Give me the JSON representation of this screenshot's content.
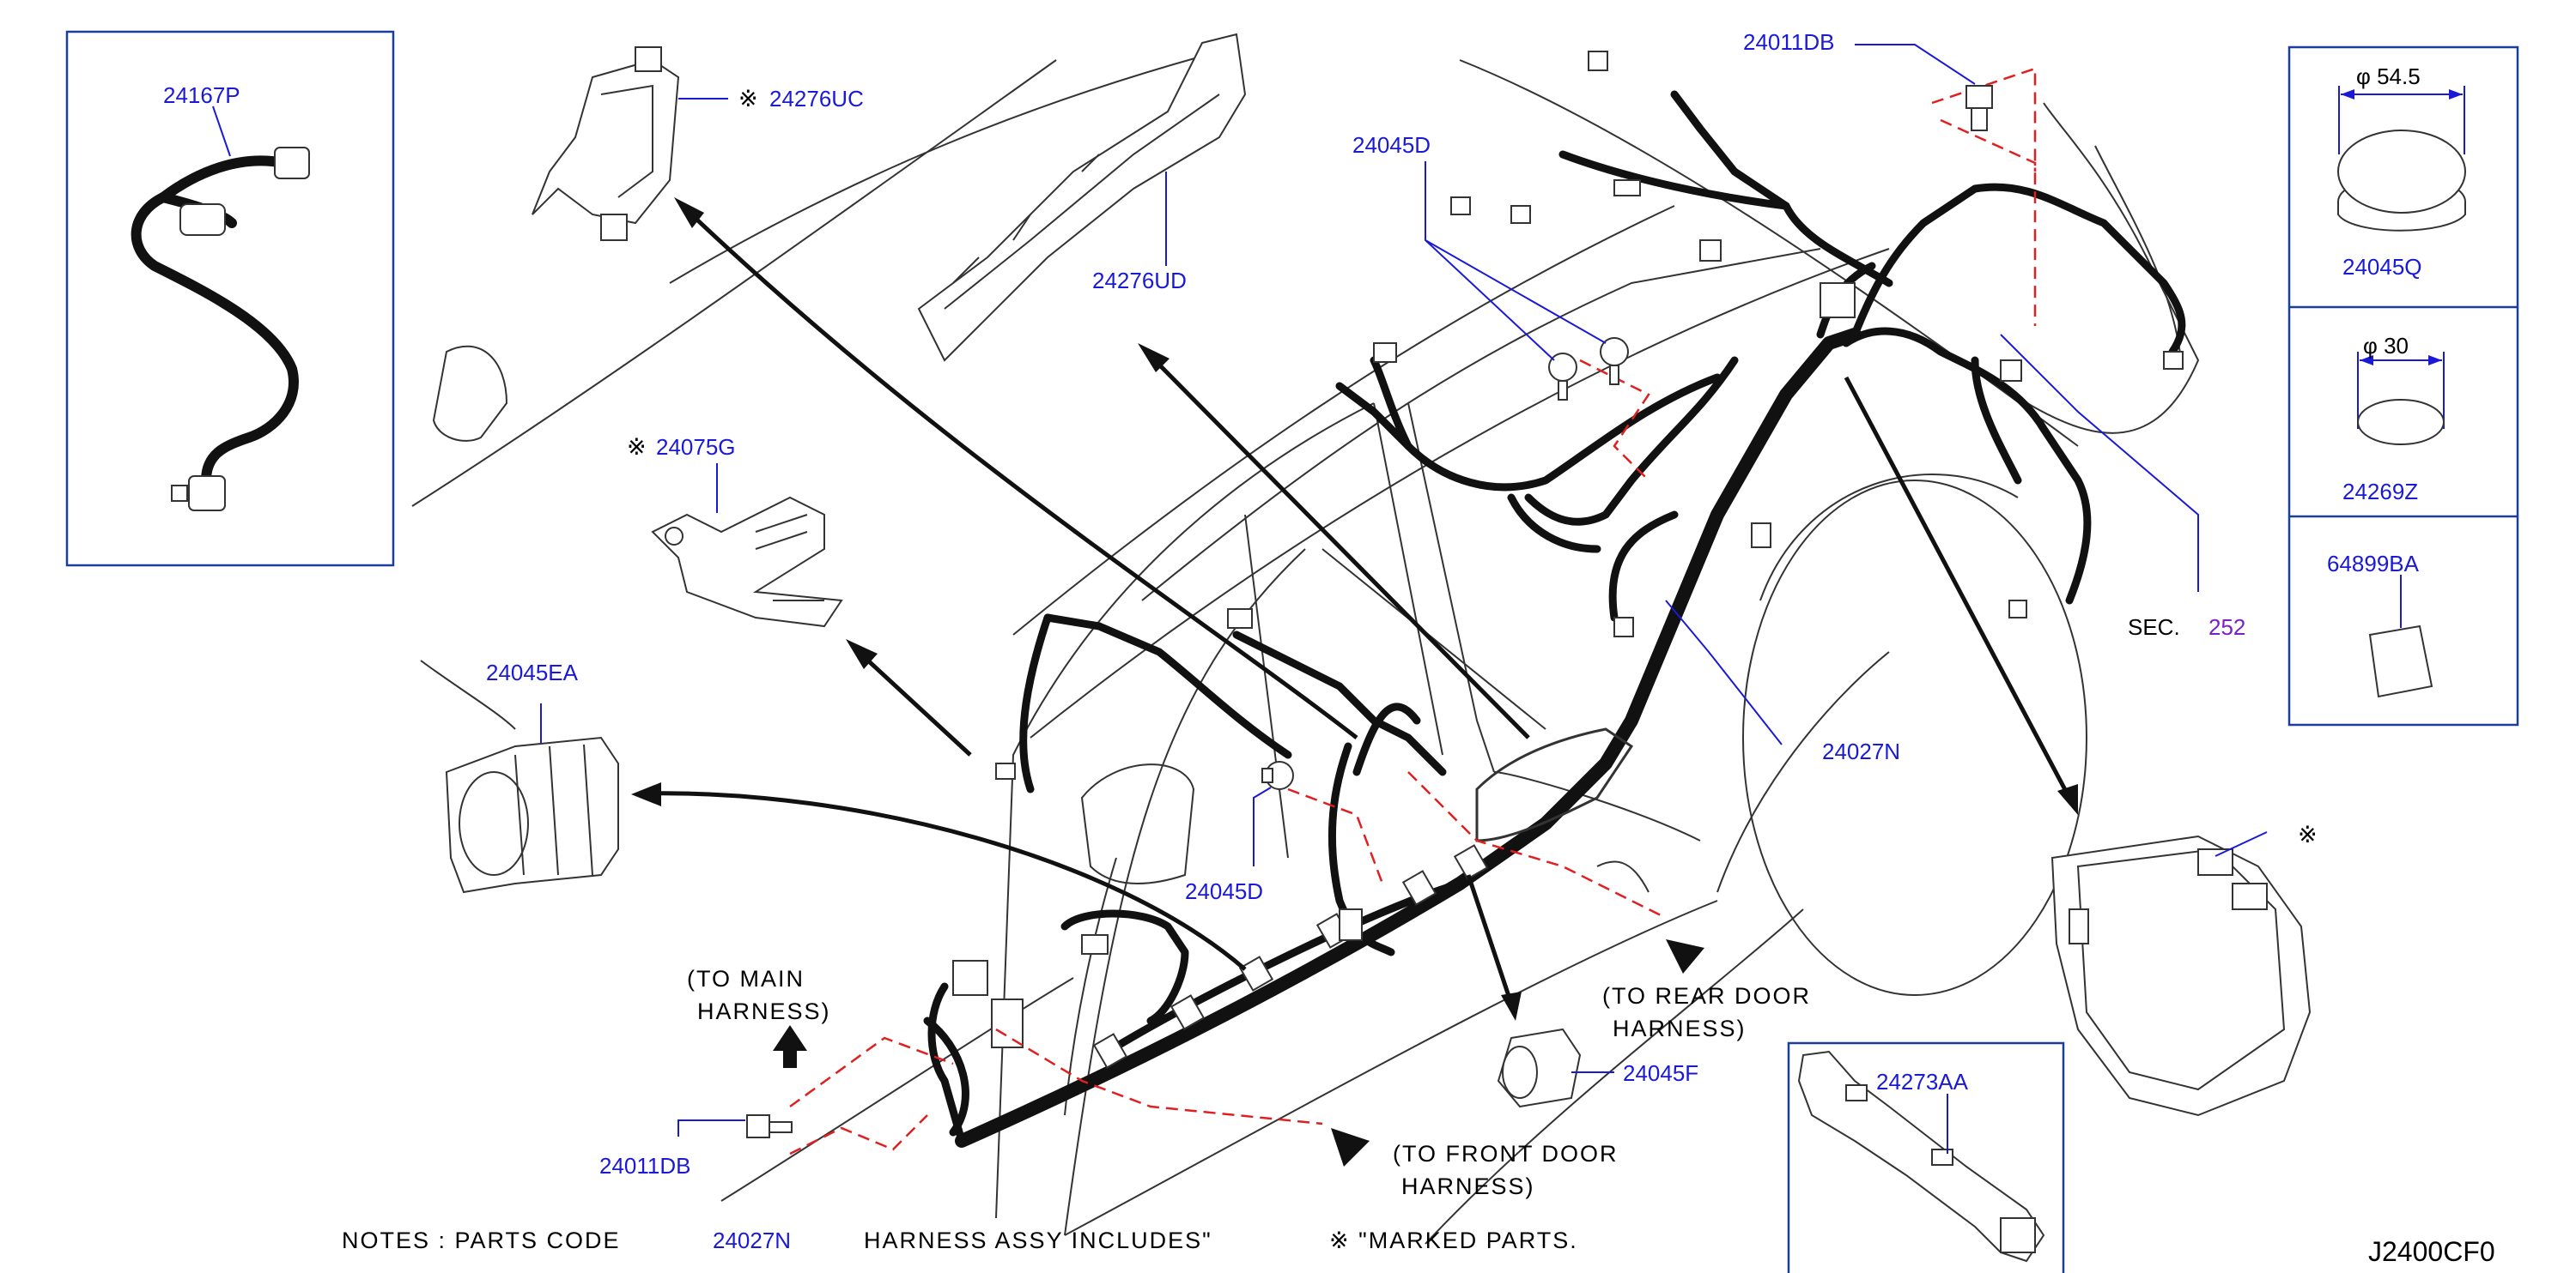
{
  "labels": {
    "p24167P": "24167P",
    "p24276UC": "24276UC",
    "p24276UD": "24276UD",
    "p24075G": "24075G",
    "p24045EA": "24045EA",
    "p24045D_top": "24045D",
    "p24045D_mid": "24045D",
    "p24011DB_top": "24011DB",
    "p24011DB_bot": "24011DB",
    "p24027N": "24027N",
    "p24045F": "24045F",
    "p24273AA": "24273AA",
    "p24045Q": "24045Q",
    "p24269Z": "24269Z",
    "p64899BA": "64899BA",
    "sec_prefix": "SEC.",
    "sec_num": "252",
    "mark": "※",
    "to_main_1": "(TO  MAIN",
    "to_main_2": "HARNESS)",
    "to_rear_1": "(TO  REAR  DOOR",
    "to_rear_2": "HARNESS)",
    "to_front_1": "(TO  FRONT  DOOR",
    "to_front_2": "HARNESS)",
    "dim_545": "φ 54.5",
    "dim_30": "φ 30",
    "notes_1": "NOTES  :  PARTS  CODE",
    "notes_code": "24027N",
    "notes_2": "HARNESS  ASSY  INCLUDES\"",
    "notes_3": "※ \"MARKED  PARTS.",
    "diagram_code": "J2400CF0"
  }
}
